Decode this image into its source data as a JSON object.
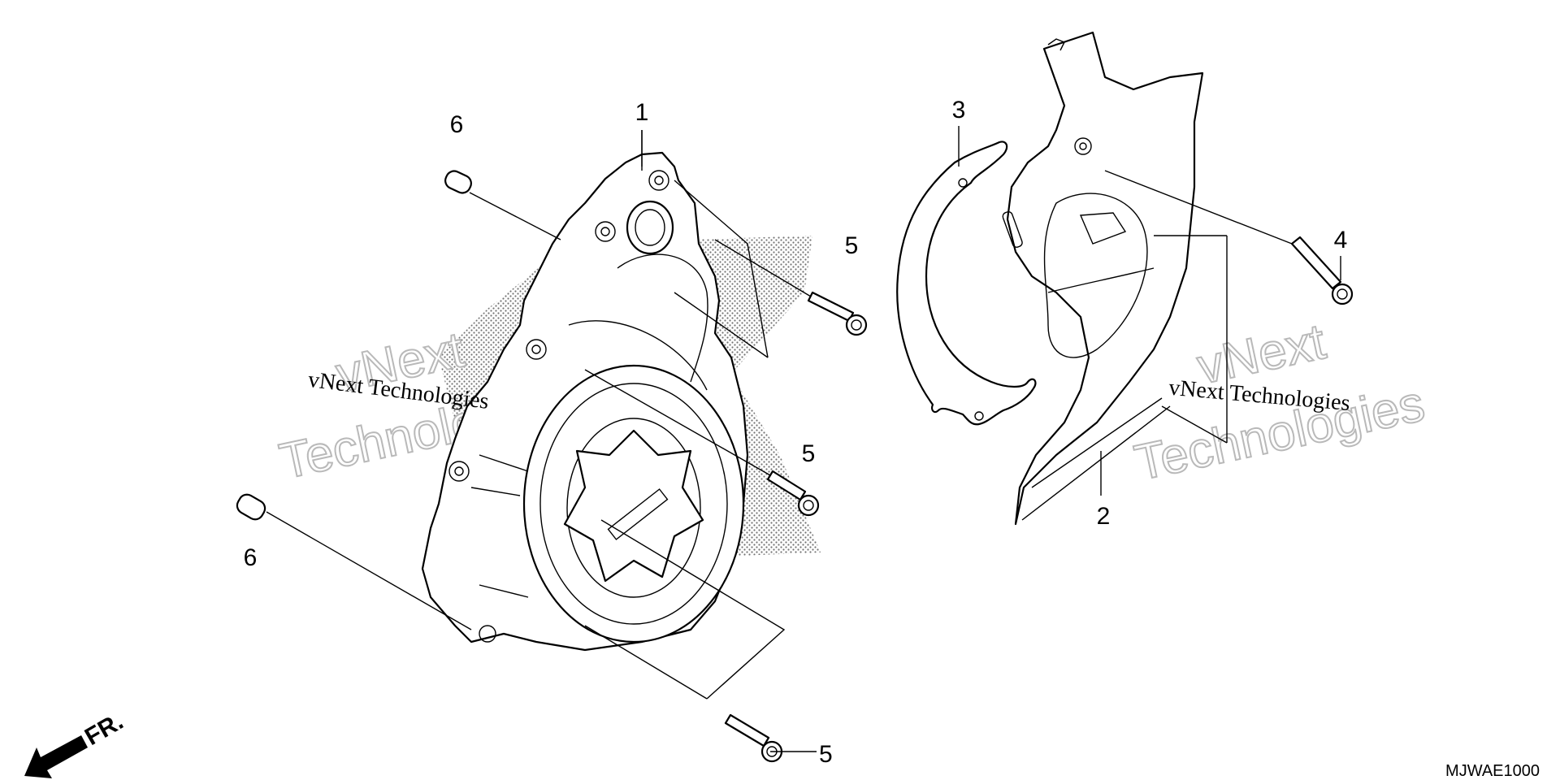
{
  "diagram": {
    "callouts": [
      {
        "id": "cover-1",
        "label": "1"
      },
      {
        "id": "guard-2",
        "label": "2"
      },
      {
        "id": "gasket-3",
        "label": "3"
      },
      {
        "id": "bolt-4",
        "label": "4"
      },
      {
        "id": "bolt-5a",
        "label": "5"
      },
      {
        "id": "bolt-5b",
        "label": "5"
      },
      {
        "id": "bolt-5c",
        "label": "5"
      },
      {
        "id": "dowel-6a",
        "label": "6"
      },
      {
        "id": "dowel-6b",
        "label": "6"
      }
    ],
    "front_marker": "FR.",
    "diagram_code": "MJWAE1000"
  },
  "watermarks": {
    "small_1": "vNext Technologies",
    "small_2": "vNext Technologies",
    "big_1_line1": "vNext",
    "big_1_line2": "Technologies",
    "big_2_line1": "vNext",
    "big_2_line2": "Technologies"
  },
  "colors": {
    "line": "#000000",
    "background": "#ffffff",
    "watermark_outline": "#b9b9b9"
  }
}
